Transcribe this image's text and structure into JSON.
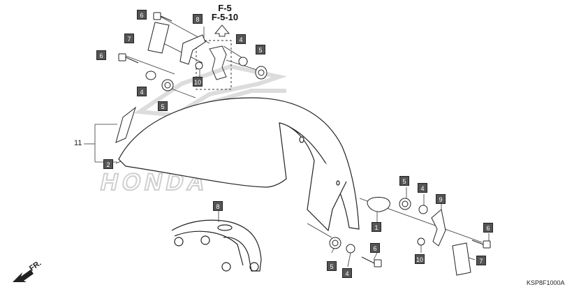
{
  "diagram": {
    "ref_line1": "F-5",
    "ref_line2": "F-5-10",
    "brand_watermark": "HONDA",
    "front_label": "FR.",
    "diagram_code": "KSP8F1000A",
    "assembly_callout": "11",
    "part_labels": {
      "p6a": "6",
      "p8": "8",
      "p7a": "7",
      "p4a": "4",
      "p6b": "6",
      "p5a": "5",
      "p10a": "10",
      "p4b": "4",
      "p5b": "5",
      "p2": "2",
      "p5c": "5",
      "p4c": "4",
      "p9": "9",
      "p1": "1",
      "p6c": "6",
      "p8b": "8",
      "p5d": "5",
      "p4d": "4",
      "p6d": "6",
      "p10b": "10",
      "p7b": "7"
    },
    "colors": {
      "label_box": "#555555",
      "label_text": "#ffffff",
      "line": "#222222",
      "watermark": "#d0d0d0"
    }
  }
}
